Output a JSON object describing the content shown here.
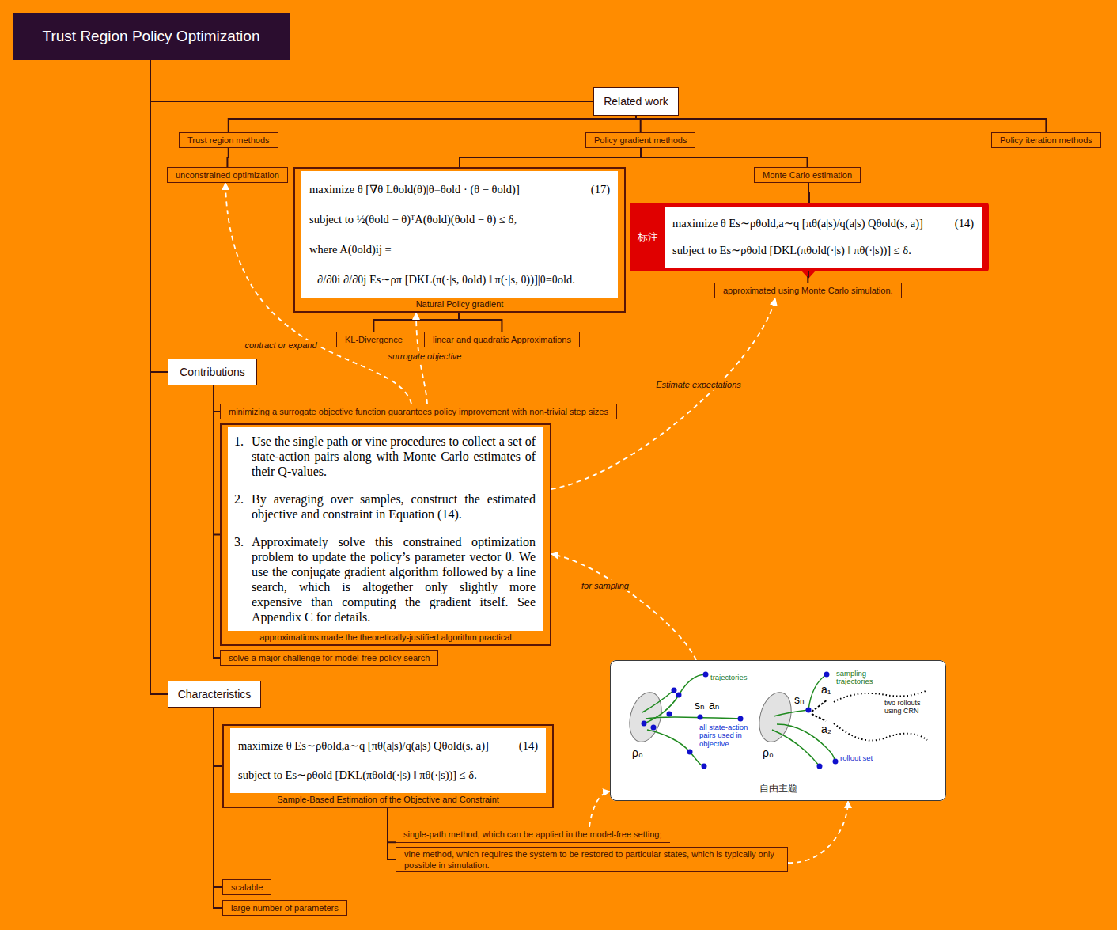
{
  "diagram": {
    "nodes": [
      {
        "text": [
          "Trust Region Policy Optimization"
        ]
      },
      {
        "text": [
          "Related work"
        ]
      },
      {
        "text": [
          "Trust region methods"
        ]
      },
      {
        "text": [
          "unconstrained optimization"
        ]
      },
      {
        "text": [
          "Policy gradient methods"
        ]
      },
      {
        "text": [
          "Natural Policy gradient"
        ]
      },
      {
        "text": [
          "maximize θ [∇θ Lθold(θ)|θ=θold · (θ − θold)]",
          "(17)",
          "subject to ½(θold − θ)ᵀA(θold)(θold − θ) ≤ δ,",
          "where A(θold)ij =",
          "∂/∂θi ∂/∂θj Es∼ρπ [DKL(π(·|s, θold) ‖ π(·|s, θ))]|θ=θold."
        ],
        "in": 5
      },
      {
        "text": [
          "KL-Divergence"
        ]
      },
      {
        "text": [
          "linear and quadratic Approximations"
        ]
      },
      {
        "text": [
          "Monte Carlo estimation"
        ]
      },
      {
        "text": [
          "标注"
        ]
      },
      {
        "text": [
          "maximize θ Es∼ρθold,a∼q [πθ(a|s)/q(a|s) Qθold(s, a)]",
          "(14)",
          "subject to Es∼ρθold [DKL(πθold(·|s) ‖ πθ(·|s))] ≤ δ."
        ],
        "in": 10
      },
      {
        "text": [
          "approximated using Monte Carlo simulation."
        ]
      },
      {
        "text": [
          "Policy iteration methods"
        ]
      },
      {
        "text": [
          "Contributions"
        ]
      },
      {
        "text": [
          "minimizing a surrogate objective function guarantees policy improvement with non-trivial step sizes"
        ]
      },
      {
        "text": [
          "approximations made the theoretically-justified algorithm practical"
        ]
      },
      {
        "text": [
          "1.",
          "Use the single path or vine procedures to collect a set of state-action pairs along with Monte Carlo estimates of their Q-values.",
          "2.",
          "By averaging over samples, construct the estimated objective and constraint in Equation (14).",
          "3.",
          "Approximately solve this constrained optimization problem to update the policy’s parameter vector θ. We use the conjugate gradient algorithm followed by a line search, which is altogether only slightly more expensive than computing the gradient itself. See Appendix C for details."
        ],
        "in": 16
      },
      {
        "text": [
          "solve a major challenge for model-free policy search"
        ]
      },
      {
        "text": [
          "Characteristics"
        ]
      },
      {
        "text": [
          "Sample-Based Estimation of the Objective and Constraint"
        ]
      },
      {
        "text": [
          "maximize θ Es∼ρθold,a∼q [πθ(a|s)/q(a|s) Qθold(s, a)]",
          "(14)",
          "subject to Es∼ρθold [DKL(πθold(·|s) ‖ πθ(·|s))] ≤ δ."
        ],
        "in": 20
      },
      {
        "text": [
          "single-path method, which can be applied in the model-free setting;"
        ]
      },
      {
        "text": [
          "vine method, which requires the system to be restored to particular states, which is typically only possible in simulation."
        ]
      },
      {
        "text": [
          "scalable"
        ]
      },
      {
        "text": [
          "large number of parameters"
        ]
      },
      {
        "text": [
          "自由主题"
        ]
      }
    ],
    "edges": [
      {
        "from": 0,
        "to": 1,
        "arrow": "none"
      },
      {
        "from": 0,
        "to": 14,
        "arrow": "none"
      },
      {
        "from": 0,
        "to": 19,
        "arrow": "none"
      },
      {
        "from": 1,
        "to": 2,
        "arrow": "none"
      },
      {
        "from": 1,
        "to": 4,
        "arrow": "none"
      },
      {
        "from": 1,
        "to": 13,
        "arrow": "none"
      },
      {
        "from": 2,
        "to": 3,
        "arrow": "none"
      },
      {
        "from": 4,
        "to": 5,
        "arrow": "none"
      },
      {
        "from": 4,
        "to": 9,
        "arrow": "none"
      },
      {
        "from": 5,
        "to": 7,
        "arrow": "none"
      },
      {
        "from": 5,
        "to": 8,
        "arrow": "none"
      },
      {
        "from": 9,
        "to": 10,
        "arrow": "none"
      },
      {
        "from": 10,
        "to": 12,
        "arrow": "none"
      },
      {
        "from": 14,
        "to": 15,
        "arrow": "none"
      },
      {
        "from": 14,
        "to": 16,
        "arrow": "none"
      },
      {
        "from": 14,
        "to": 18,
        "arrow": "none"
      },
      {
        "from": 19,
        "to": 20,
        "arrow": "none"
      },
      {
        "from": 19,
        "to": 24,
        "arrow": "none"
      },
      {
        "from": 19,
        "to": 25,
        "arrow": "none"
      },
      {
        "from": 20,
        "to": 22,
        "arrow": "none"
      },
      {
        "from": 20,
        "to": 23,
        "arrow": "none"
      },
      {
        "from": 15,
        "to": 3,
        "label": "contract or expand",
        "arrow": "to"
      },
      {
        "from": 15,
        "to": 5,
        "label": "surrogate objective",
        "arrow": "to"
      },
      {
        "from": 16,
        "to": 12,
        "label": "Estimate expectations",
        "arrow": "to"
      },
      {
        "from": 26,
        "to": 16,
        "label": "for sampling",
        "arrow": "to"
      },
      {
        "from": 22,
        "to": 26,
        "arrow": "to"
      },
      {
        "from": 23,
        "to": 26,
        "arrow": "to"
      }
    ],
    "labels": [
      "trajectories",
      "sₙ",
      "aₙ",
      "all state-action pairs used in objective",
      "ρ₀",
      "sampling trajectories",
      "sₙ",
      "a₁",
      "a₂",
      "two rollouts using CRN",
      "rollout set",
      "ρ₀"
    ]
  }
}
